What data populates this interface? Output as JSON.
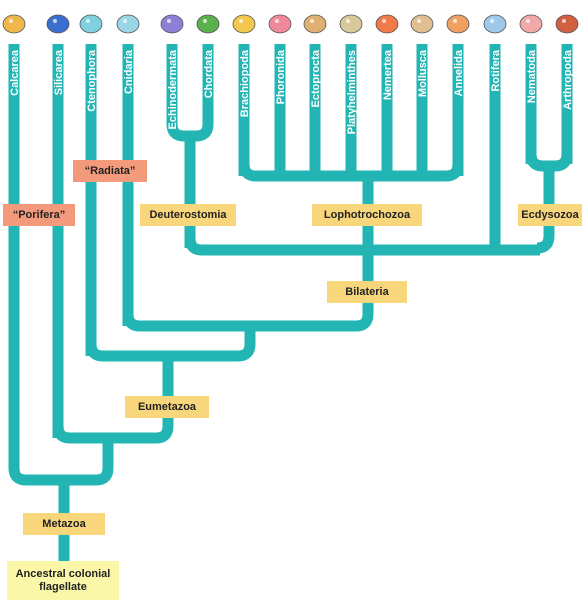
{
  "colors": {
    "branch": "#22b5b3",
    "clade_box": "#f8d67c",
    "informal_box": "#f49a7c",
    "root_box": "#fbf7a8",
    "taxon_text": "#ffffff"
  },
  "taxa": [
    {
      "name": "Calcarea",
      "icon": "sponge-icon"
    },
    {
      "name": "Silicarea",
      "icon": "sponge-icon"
    },
    {
      "name": "Ctenophora",
      "icon": "comb-jelly-icon"
    },
    {
      "name": "Cnidaria",
      "icon": "jellyfish-icon"
    },
    {
      "name": "Echinodermata",
      "icon": "sea-star-icon"
    },
    {
      "name": "Chordata",
      "icon": "salamander-icon"
    },
    {
      "name": "Brachiopoda",
      "icon": "lamp-shell-icon"
    },
    {
      "name": "Phoronida",
      "icon": "phoronid-icon"
    },
    {
      "name": "Ectoprocta",
      "icon": "bryozoan-icon"
    },
    {
      "name": "Platyhelminthes",
      "icon": "flatworm-icon"
    },
    {
      "name": "Nemertea",
      "icon": "ribbon-worm-icon"
    },
    {
      "name": "Mollusca",
      "icon": "snail-icon"
    },
    {
      "name": "Annelida",
      "icon": "earthworm-icon"
    },
    {
      "name": "Rotifera",
      "icon": "rotifer-icon"
    },
    {
      "name": "Nematoda",
      "icon": "roundworm-icon"
    },
    {
      "name": "Arthropoda",
      "icon": "crab-icon"
    }
  ],
  "clades": {
    "porifera": "“Porifera”",
    "radiata": "“Radiata”",
    "deuterostomia": "Deuterostomia",
    "lophotrochozoa": "Lophotrochozoa",
    "ecdysozoa": "Ecdysozoa",
    "bilateria": "Bilateria",
    "eumetazoa": "Eumetazoa",
    "metazoa": "Metazoa"
  },
  "root": {
    "line1": "Ancestral colonial",
    "line2": "flagellate"
  }
}
